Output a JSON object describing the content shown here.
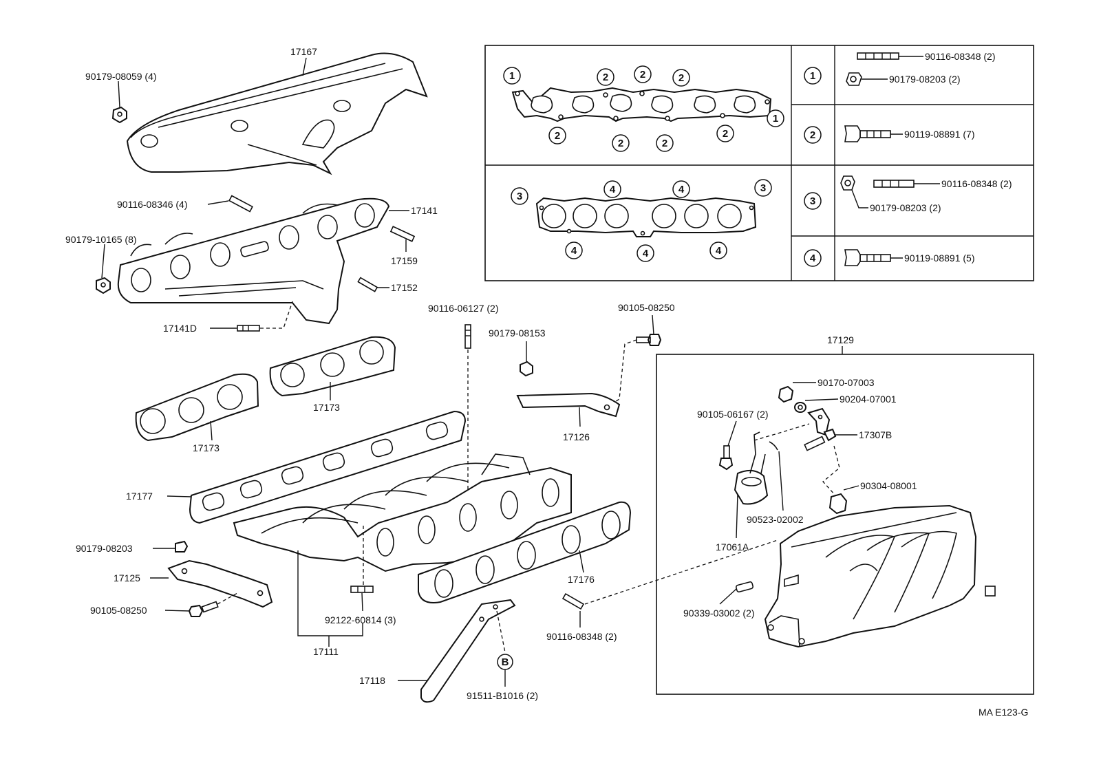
{
  "callouts": {
    "p17167": "17167",
    "p90179_08059": "90179-08059 (4)",
    "p90116_08346": "90116-08346 (4)",
    "p17141": "17141",
    "p90179_10165": "90179-10165 (8)",
    "p17159": "17159",
    "p17152": "17152",
    "p17141D": "17141D",
    "p90116_06127": "90116-06127 (2)",
    "p90179_08153": "90179-08153",
    "p90105_08250_top": "90105-08250",
    "p17173_a": "17173",
    "p17173_b": "17173",
    "p17126": "17126",
    "p17177": "17177",
    "p90179_08203": "90179-08203",
    "p17125": "17125",
    "p90105_08250_bottom": "90105-08250",
    "p92122_60814": "92122-60814 (3)",
    "p17111": "17111",
    "p17176": "17176",
    "p17118": "17118",
    "p91511_B1016": "91511-B1016 (2)",
    "marker_B": "B",
    "p90116_08348_main": "90116-08348 (2)",
    "p17129": "17129",
    "p90170_07003": "90170-07003",
    "p90204_07001": "90204-07001",
    "p90105_06167": "90105-06167 (2)",
    "p17307B": "17307B",
    "p90304_08001": "90304-08001",
    "p90523_02002": "90523-02002",
    "p17061A": "17061A",
    "p90339_03002": "90339-03002 (2)",
    "diagram_code": "MA E123-G"
  },
  "gasket_panel": {
    "top_markers": [
      "1",
      "2",
      "2",
      "2",
      "1",
      "2",
      "2",
      "2",
      "2"
    ],
    "bottom_markers": [
      "3",
      "4",
      "4",
      "3",
      "4",
      "4",
      "4"
    ],
    "fastener_table": [
      {
        "marker": "1",
        "items": [
          "90116-08348 (2)",
          "90179-08203 (2)"
        ]
      },
      {
        "marker": "2",
        "items": [
          "90119-08891 (7)"
        ]
      },
      {
        "marker": "3",
        "items": [
          "90116-08348 (2)",
          "90179-08203 (2)"
        ]
      },
      {
        "marker": "4",
        "items": [
          "90119-08891 (5)"
        ]
      }
    ]
  }
}
